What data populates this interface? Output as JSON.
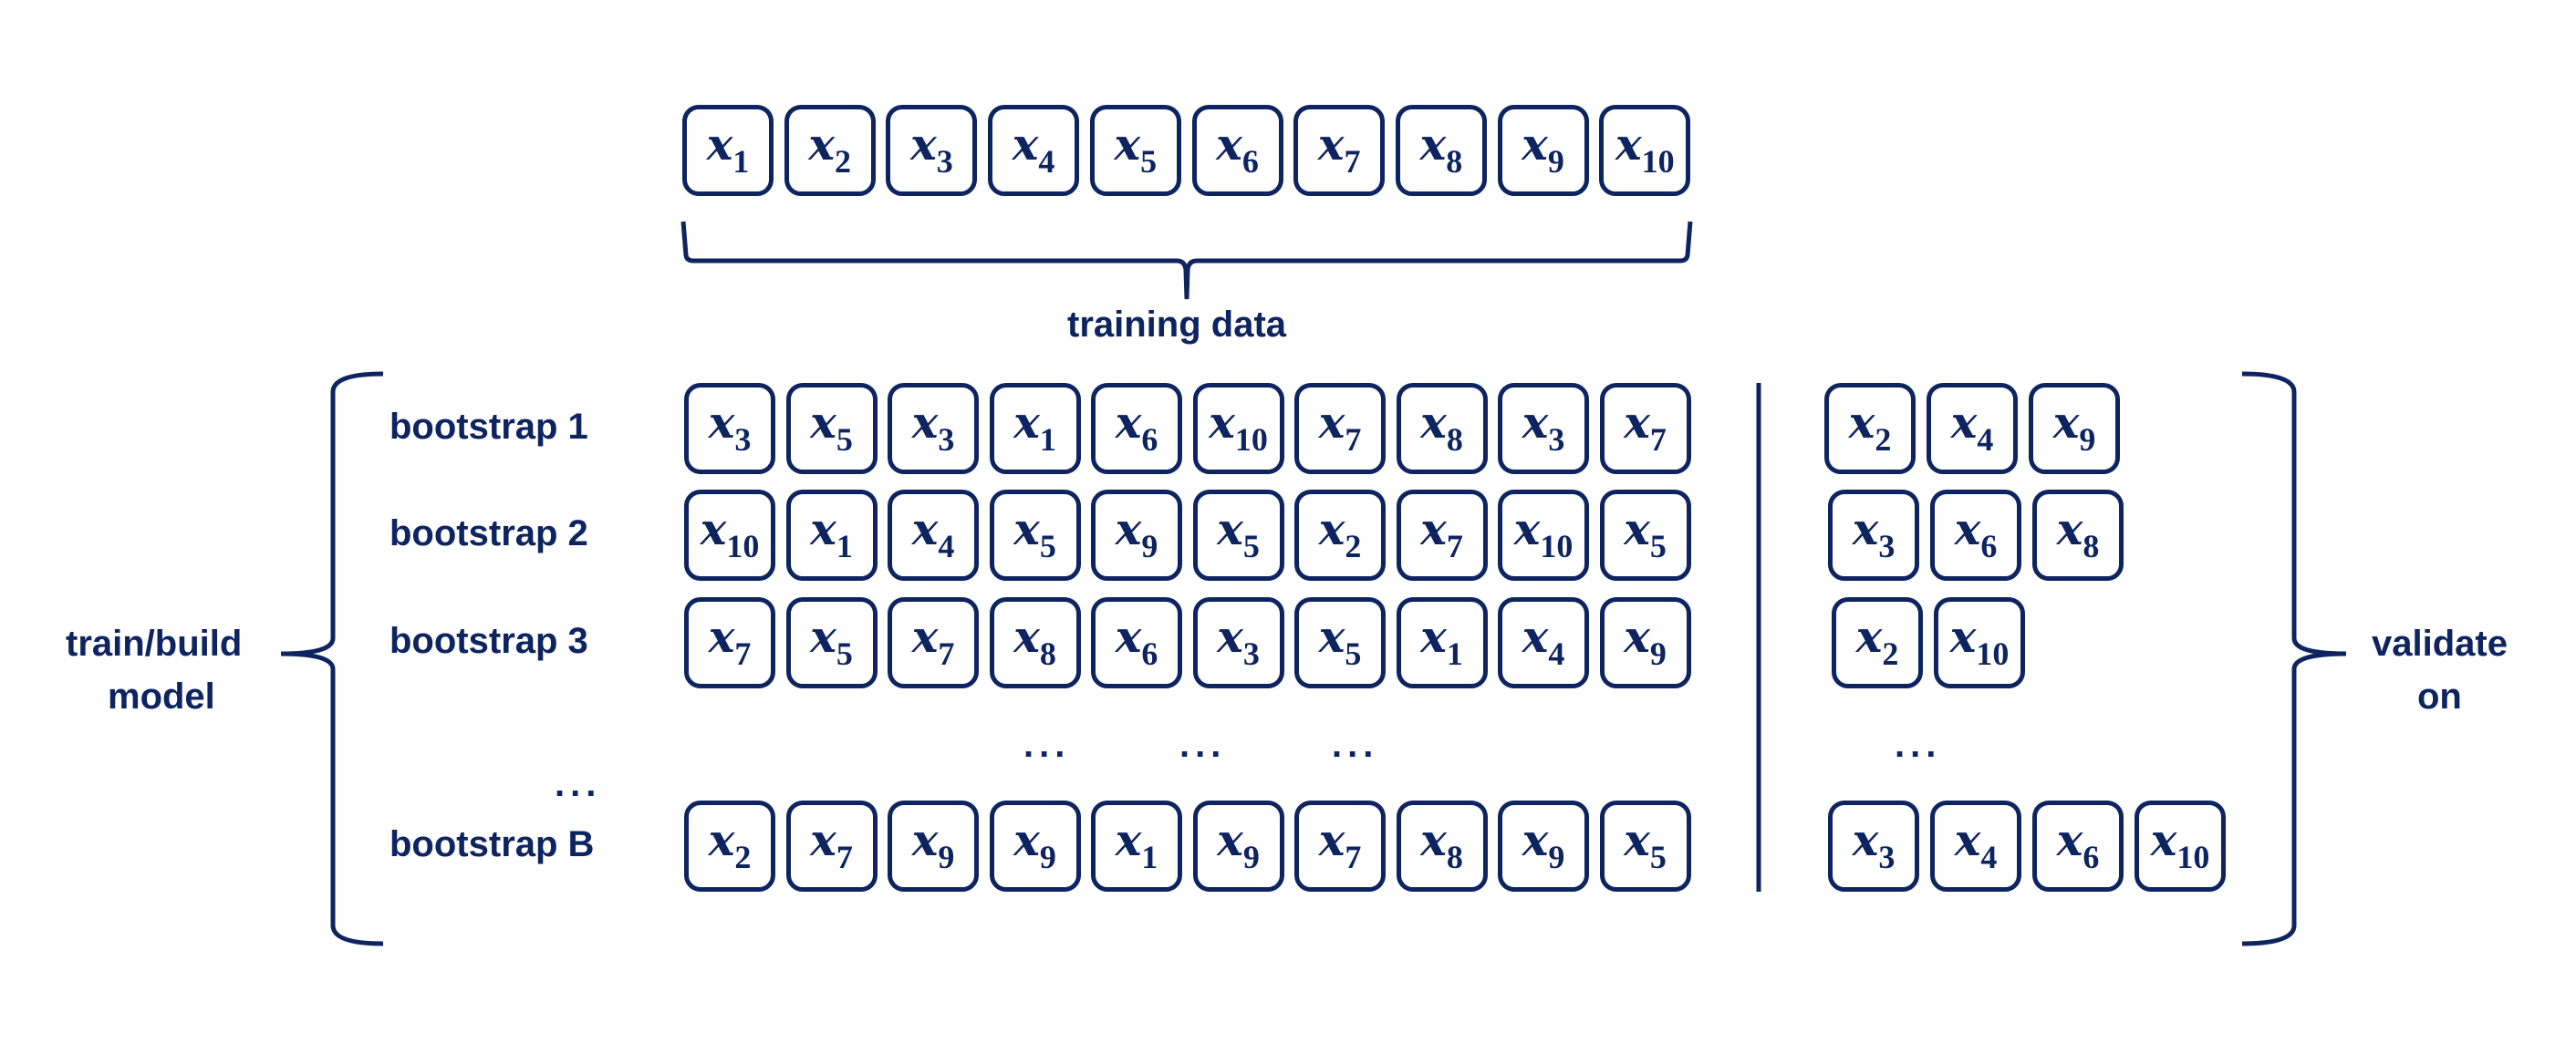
{
  "color": "#0d2461",
  "training_data": {
    "label": "training data",
    "items": [
      "1",
      "2",
      "3",
      "4",
      "5",
      "6",
      "7",
      "8",
      "9",
      "10"
    ]
  },
  "left_label": {
    "line1": "train/build",
    "line2": "model"
  },
  "right_label": {
    "line1": "validate",
    "line2": "on"
  },
  "ellipsis": "...",
  "bootstraps": [
    {
      "label": "bootstrap 1",
      "train": [
        "3",
        "5",
        "3",
        "1",
        "6",
        "10",
        "7",
        "8",
        "3",
        "7"
      ],
      "validate": [
        "2",
        "4",
        "9"
      ]
    },
    {
      "label": "bootstrap 2",
      "train": [
        "10",
        "1",
        "4",
        "5",
        "9",
        "5",
        "2",
        "7",
        "10",
        "5"
      ],
      "validate": [
        "3",
        "6",
        "8"
      ]
    },
    {
      "label": "bootstrap 3",
      "train": [
        "7",
        "5",
        "7",
        "8",
        "6",
        "3",
        "5",
        "1",
        "4",
        "9"
      ],
      "validate": [
        "2",
        "10"
      ]
    },
    {
      "label": "bootstrap B",
      "train": [
        "2",
        "7",
        "9",
        "9",
        "1",
        "9",
        "7",
        "8",
        "9",
        "5"
      ],
      "validate": [
        "3",
        "4",
        "6",
        "10"
      ]
    }
  ]
}
